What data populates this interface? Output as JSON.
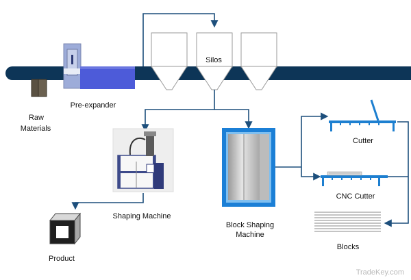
{
  "labels": {
    "raw_materials_1": "Raw",
    "raw_materials_2": "Materials",
    "pre_expander": "Pre-expander",
    "silos": "Silos",
    "cutter": "Cutter",
    "cnc_cutter": "CNC Cutter",
    "shaping_machine": "Shaping Machine",
    "block_shaping_1": "Block Shaping",
    "block_shaping_2": "Machine",
    "blocks": "Blocks",
    "product": "Product"
  },
  "watermark": "TradeKey.com",
  "colors": {
    "conveyor": "#0d3557",
    "arrow": "#1d4f7c",
    "cutter_blue": "#1d7fd0",
    "block_machine_blue": "#1b7fd6",
    "raw_material_box": "#5a5142",
    "pre_expander_blue": "#4d5bd9"
  }
}
